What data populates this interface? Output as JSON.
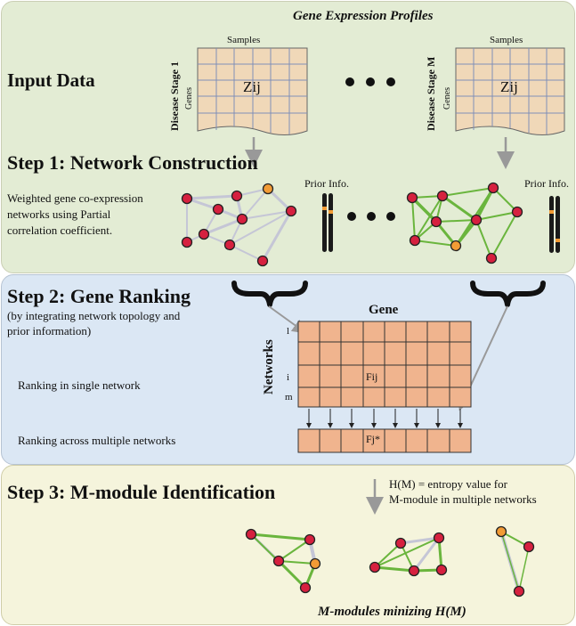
{
  "header": {
    "profiles_title": "Gene Expression Profiles"
  },
  "input": {
    "title": "Input Data",
    "matrix_left": {
      "samples": "Samples",
      "genes": "Genes",
      "stage": "Disease Stage 1",
      "cell_label": "Zij"
    },
    "matrix_right": {
      "samples": "Samples",
      "genes": "Genes",
      "stage": "Disease Stage M",
      "cell_label": "Zij"
    }
  },
  "step1": {
    "title": "Step 1: Network Construction",
    "description_lines": [
      "Weighted gene co-expression",
      "networks using Partial",
      "correlation coefficient."
    ],
    "prior_left": "Prior Info.",
    "prior_right": "Prior Info."
  },
  "step2": {
    "title": "Step 2: Gene Ranking",
    "subtitle_lines": [
      "(by integrating network topology and",
      "prior information)"
    ],
    "gene_label": "Gene",
    "networks_label": "Networks",
    "row_labels": [
      "l",
      "i",
      "m"
    ],
    "cell_label": "Fij",
    "agg_label": "Fj*",
    "single_label": "Ranking in single network",
    "multi_label": "Ranking across multiple networks"
  },
  "step3": {
    "title": "Step 3: M-module  Identification",
    "entropy_lines": [
      "H(M) = entropy value for",
      "M-module in multiple networks"
    ],
    "footer": "M-modules minizing H(M)"
  },
  "colors": {
    "input_bg": "#e3ecd4",
    "rank_bg": "#dbe7f4",
    "module_bg": "#f5f4dc",
    "matrix_fill": "#f0d8b8",
    "matrix_grid": "#7f8fb8",
    "rank_fill": "#f0b48e",
    "node_red": "#d6203f",
    "node_orange": "#f29b35",
    "edge_green": "#6ab53d",
    "edge_gray": "#c5c6d6"
  }
}
